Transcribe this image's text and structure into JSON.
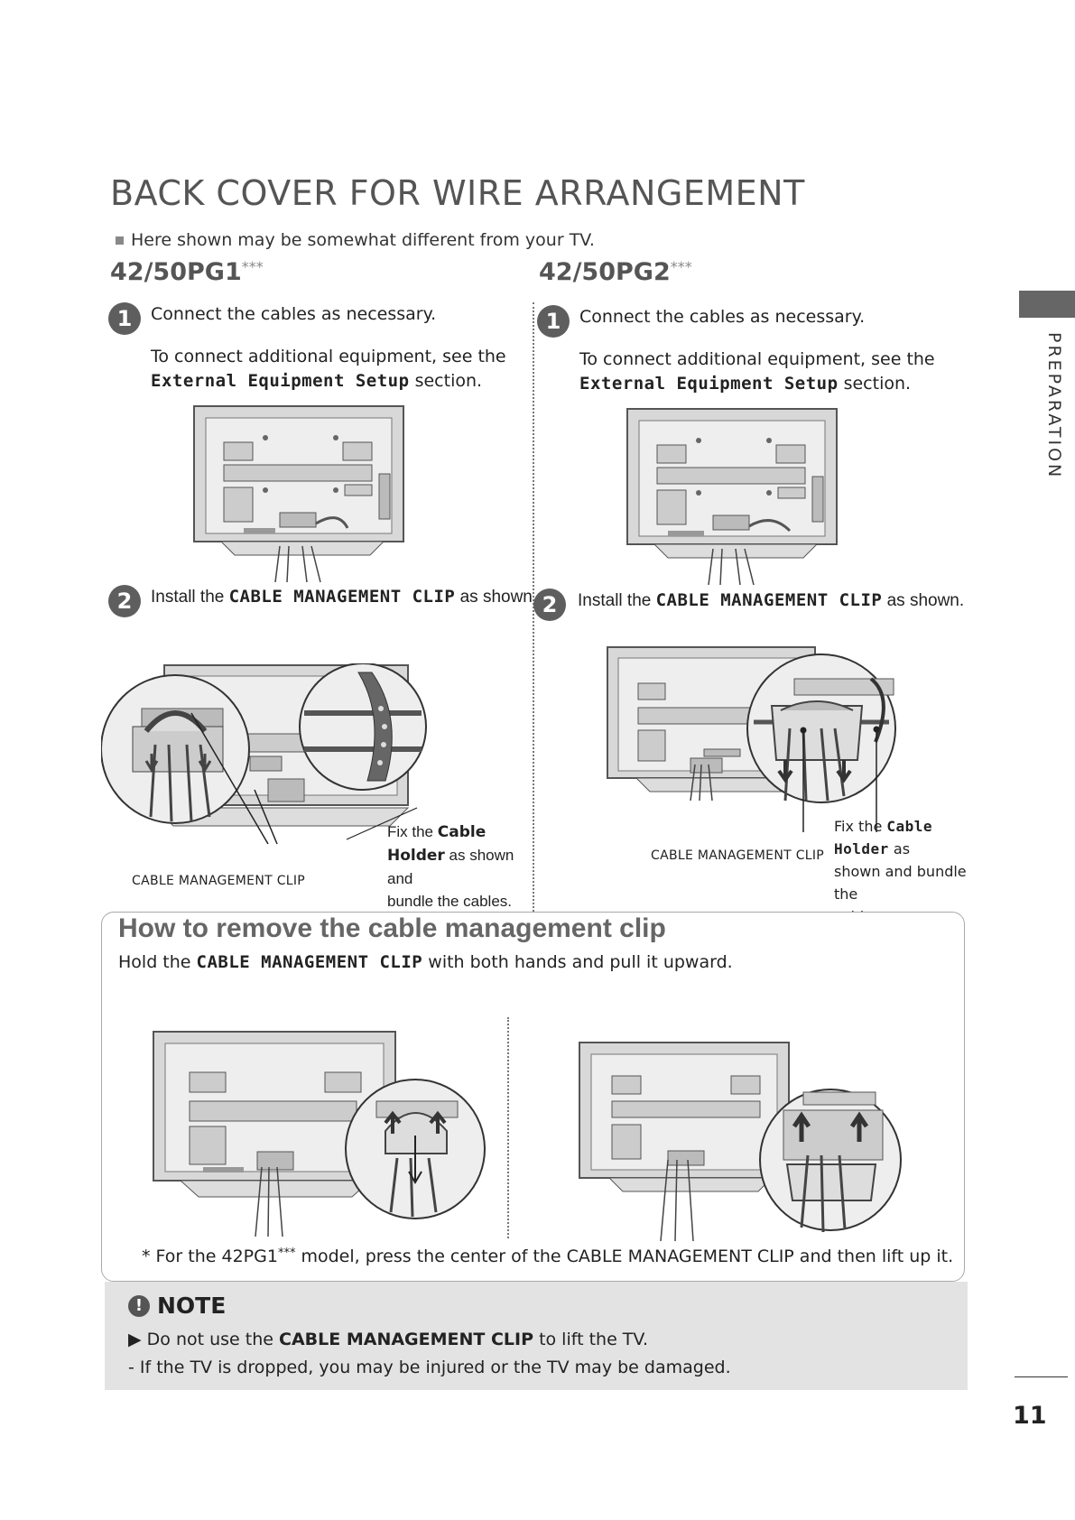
{
  "title": "BACK COVER FOR WIRE ARRANGEMENT",
  "disclaimer": "Here shown may be somewhat different from your TV.",
  "side_tab": "PREPARATION",
  "page_number": "11",
  "left": {
    "model": "42/50PG1",
    "model_suffix": "***",
    "step1": {
      "num": "1",
      "line1": "Connect the cables as necessary.",
      "line2": "To connect additional equipment, see the",
      "line3_bold": "External Equipment Setup",
      "line3_rest": " section."
    },
    "step2": {
      "num": "2",
      "pre": "Install the ",
      "bold": "CABLE MANAGEMENT CLIP",
      "post": " as shown."
    },
    "caption_pre": "Fix the ",
    "caption_bold1": "Cable",
    "caption_bold2": "Holder",
    "caption_post1": " as shown and",
    "caption_post2": "bundle the cables.",
    "clip_label": "CABLE MANAGEMENT CLIP"
  },
  "right": {
    "model": "42/50PG2",
    "model_suffix": "***",
    "step1": {
      "num": "1",
      "line1": "Connect the cables as necessary.",
      "line2": "To connect additional equipment, see the",
      "line3_bold": "External Equipment Setup",
      "line3_rest": " section."
    },
    "step2": {
      "num": "2",
      "pre": "Install the ",
      "bold": "CABLE MANAGEMENT CLIP",
      "post": " as shown."
    },
    "caption_pre": "Fix the ",
    "caption_bold": "Cable Holder",
    "caption_post1": " as",
    "caption_post2": "shown and bundle the",
    "caption_post3": "cables.",
    "clip_label": "CABLE MANAGEMENT CLIP"
  },
  "remove": {
    "title": "How to remove the cable management clip",
    "sub_pre": "Hold the ",
    "sub_bold": "CABLE MANAGEMENT CLIP",
    "sub_post": " with both hands and pull it upward.",
    "footnote_pre": "* For the 42PG1",
    "footnote_stars": "***",
    "footnote_post": " model, press the center of the CABLE MANAGEMENT CLIP and then lift up it."
  },
  "note": {
    "icon": "!",
    "heading": "NOTE",
    "line1_pre": "▶ Do not use the ",
    "line1_bold": "CABLE MANAGEMENT CLIP",
    "line1_post": " to lift the TV.",
    "line2": "- If the TV is dropped, you may be injured or the TV may be damaged."
  }
}
